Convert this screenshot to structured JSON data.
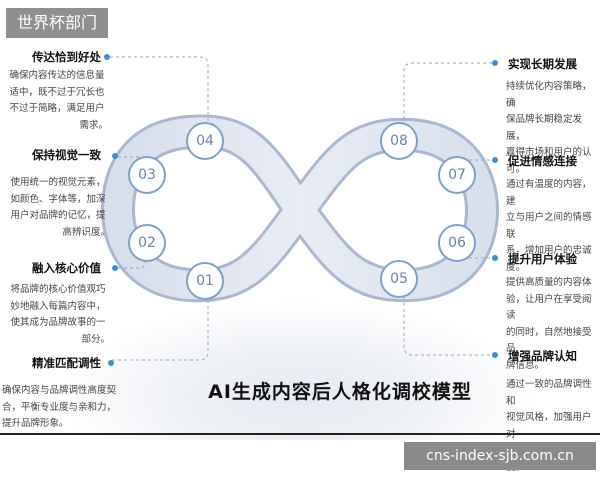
{
  "site_badge": "世界杯部门",
  "watermark": "cns-index-sjb.com.cn",
  "title": "AI生成内容后人格化调校模型",
  "numbers": [
    "01",
    "02",
    "03",
    "04",
    "05",
    "06",
    "07",
    "08"
  ],
  "left_items": [
    {
      "heading": "传达恰到好处",
      "desc": [
        "确保内容传达的信息量",
        "适中，既不过于冗长也",
        "不过于简略，满足用户",
        "需求。"
      ]
    },
    {
      "heading": "保持视觉一致",
      "desc": [
        "使用统一的视觉元素，",
        "如颜色、字体等，加深",
        "用户对品牌的记忆，提",
        "高辨识度。"
      ]
    },
    {
      "heading": "融入核心价值",
      "desc": [
        "将品牌的核心价值观巧",
        "妙地融入每篇内容中，",
        "使其成为品牌故事的一",
        "部分。"
      ]
    },
    {
      "heading": "精准匹配调性",
      "desc": [
        "确保内容与品牌调性高度契",
        "合，平衡专业度与亲和力，",
        "提升品牌形象。"
      ]
    }
  ],
  "right_items": [
    {
      "heading": "实现长期发展",
      "desc": [
        "持续优化内容策略，确",
        "保品牌长期稳定发展，",
        "赢得市场和用户的认",
        "可。"
      ]
    },
    {
      "heading": "促进情感连接",
      "desc": [
        "通过有温度的内容，建",
        "立与用户之间的情感联",
        "系，增加用户的忠诚",
        "度。"
      ]
    },
    {
      "heading": "提升用户体验",
      "desc": [
        "提供高质量的内容体",
        "验，让用户在享受阅读",
        "的同时，自然地接受品",
        "牌信息。"
      ]
    },
    {
      "heading": "增强品牌认知",
      "desc": [
        "通过一致的品牌调性和",
        "视觉风格，加强用户对",
        "品牌的认知和好感度。"
      ]
    }
  ]
}
